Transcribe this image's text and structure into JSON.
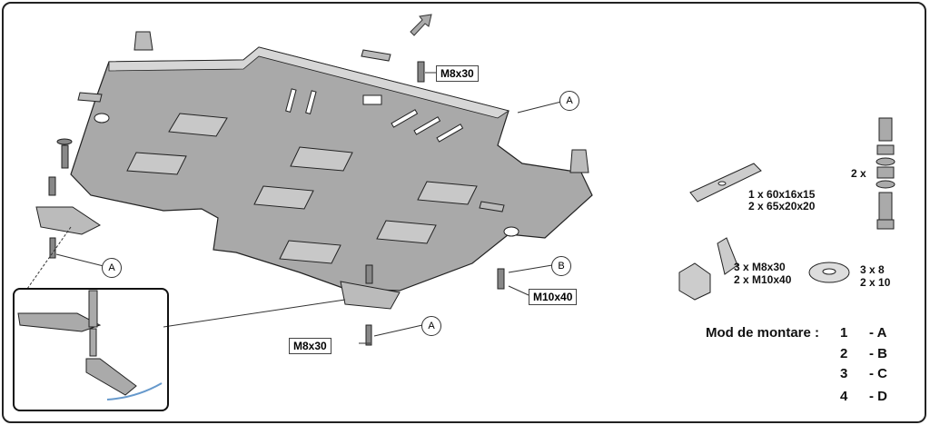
{
  "callouts": {
    "m8x30_top": "M8x30",
    "m8x30_bottom": "M8x30",
    "m10x40": "M10x40",
    "a_top": "A",
    "a_left": "A",
    "a_bottom": "A",
    "b_right": "B"
  },
  "parts": {
    "bracket_qty": "2 x",
    "plates_line1": "1 x  60x16x15",
    "plates_line2": "2 x  65x20x20",
    "bolts_line1": "3 x  M8x30",
    "bolts_line2": "2 x M10x40",
    "washers_line1": "3 x   8",
    "washers_line2": "2 x  10"
  },
  "mounting": {
    "title": "Mod de montare :",
    "rows": [
      {
        "num": "1",
        "code": "- A"
      },
      {
        "num": "2",
        "code": "- B"
      },
      {
        "num": "3",
        "code": "- C"
      },
      {
        "num": "4",
        "code": "- D"
      }
    ]
  }
}
